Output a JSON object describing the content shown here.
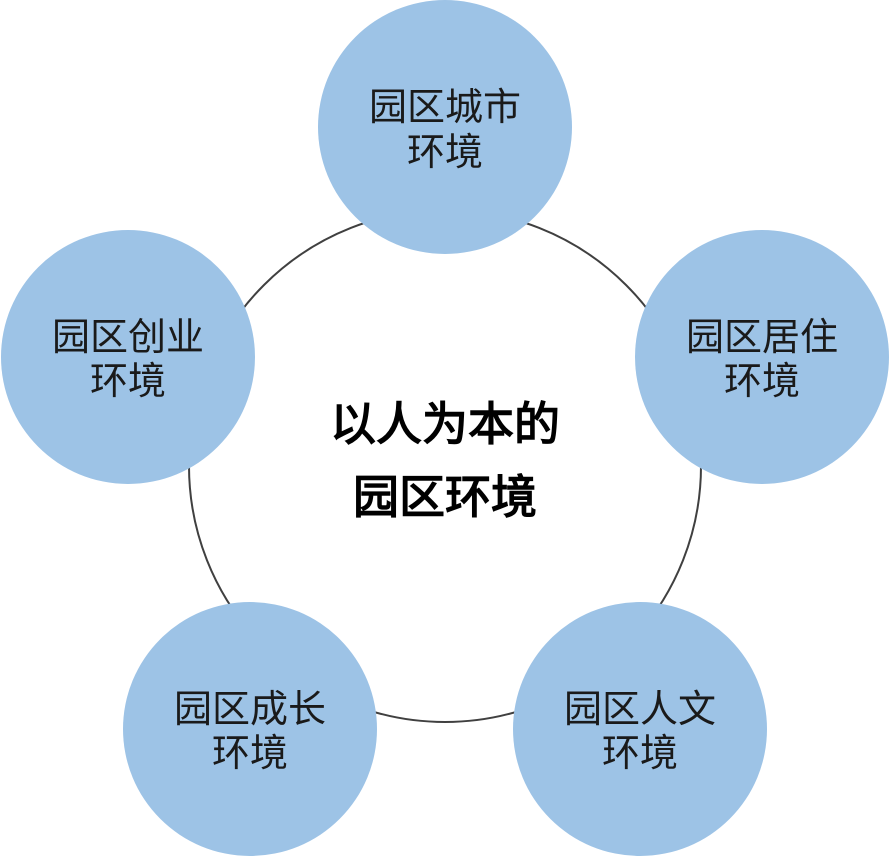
{
  "center": {
    "line1": "以人为本的",
    "line2": "园区环境"
  },
  "nodes": [
    {
      "line1": "园区城市",
      "line2": "环境"
    },
    {
      "line1": "园区居住",
      "line2": "环境"
    },
    {
      "line1": "园区人文",
      "line2": "环境"
    },
    {
      "line1": "园区成长",
      "line2": "环境"
    },
    {
      "line1": "园区创业",
      "line2": "环境"
    }
  ],
  "colors": {
    "node_fill": "#9dc3e6",
    "ring_stroke": "#404040",
    "text": "#1a1a1a",
    "center_text": "#000000"
  }
}
